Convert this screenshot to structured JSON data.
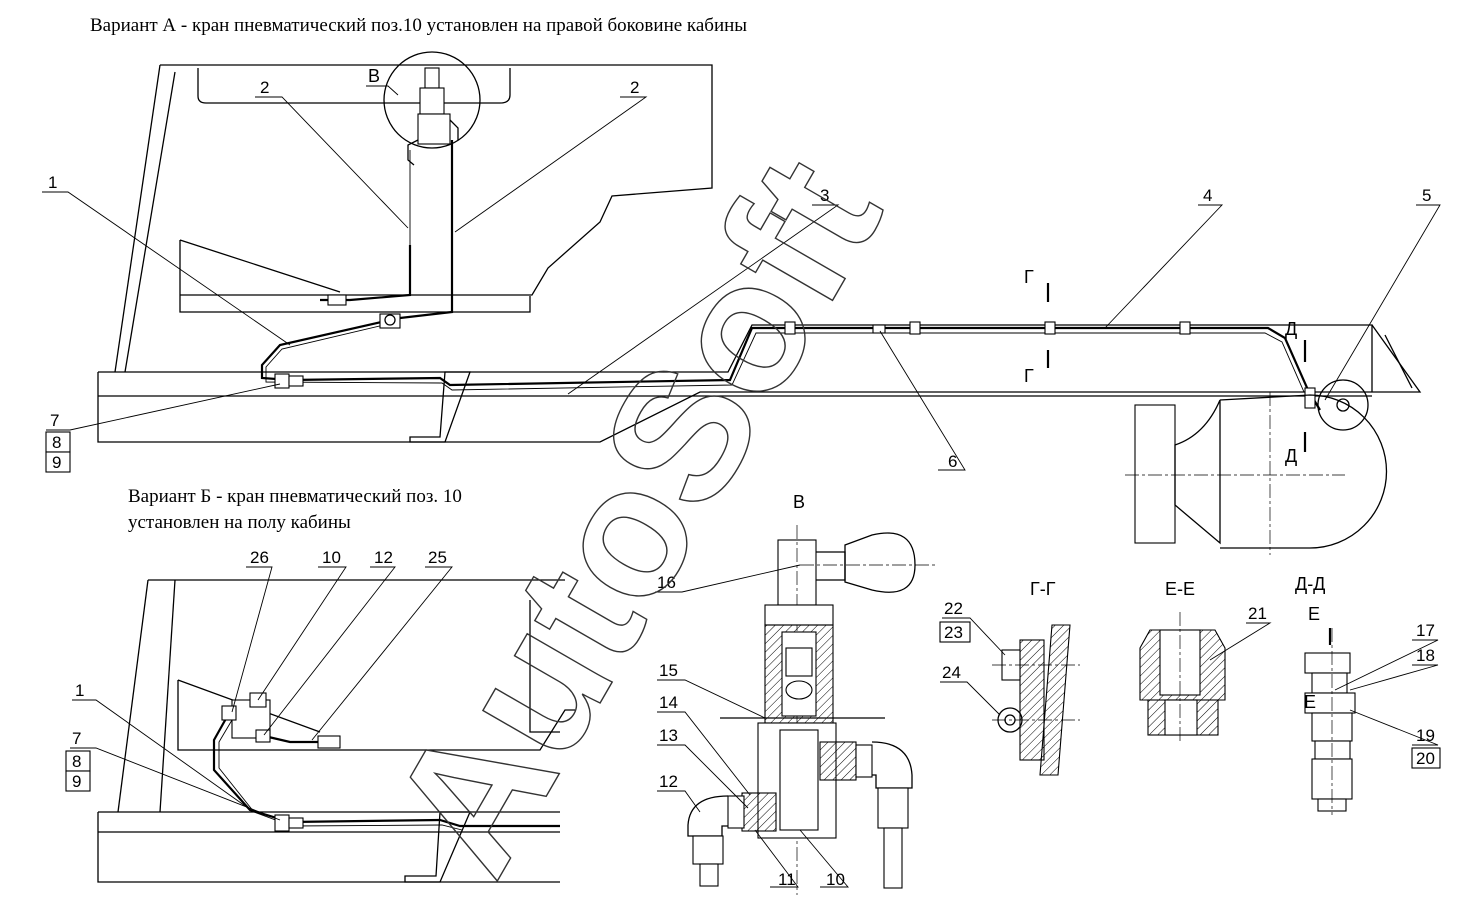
{
  "titles": {
    "variant_a": "Вариант А - кран пневматический поз.10  установлен на правой боковине кабины",
    "variant_b_line1": "Вариант Б - кран пневматический поз. 10",
    "variant_b_line2": "установлен на полу кабины"
  },
  "sections": {
    "v": "В",
    "g": "Г",
    "g_lower": "Г",
    "d": "Д",
    "d_lower": "Д",
    "g_g": "Г-Г",
    "e_e": "Е-Е",
    "d_d": "Д-Д",
    "e": "Е",
    "e2": "Е"
  },
  "callouts": {
    "c1a": "1",
    "c2a": "2",
    "c2b": "2",
    "c3": "3",
    "c4": "4",
    "c5": "5",
    "c6": "6",
    "c7a": "7",
    "c8a": "8",
    "c9a": "9",
    "c26": "26",
    "c10a": "10",
    "c12a": "12",
    "c25": "25",
    "c1b": "1",
    "c7b": "7",
    "c8b": "8",
    "c9b": "9",
    "c16": "16",
    "c15": "15",
    "c14": "14",
    "c13": "13",
    "c12b": "12",
    "c11": "11",
    "c10b": "10",
    "c22": "22",
    "c23": "23",
    "c24": "24",
    "c21": "21",
    "c17": "17",
    "c18": "18",
    "c19": "19",
    "c20": "20"
  },
  "watermark": "AutoSoft"
}
